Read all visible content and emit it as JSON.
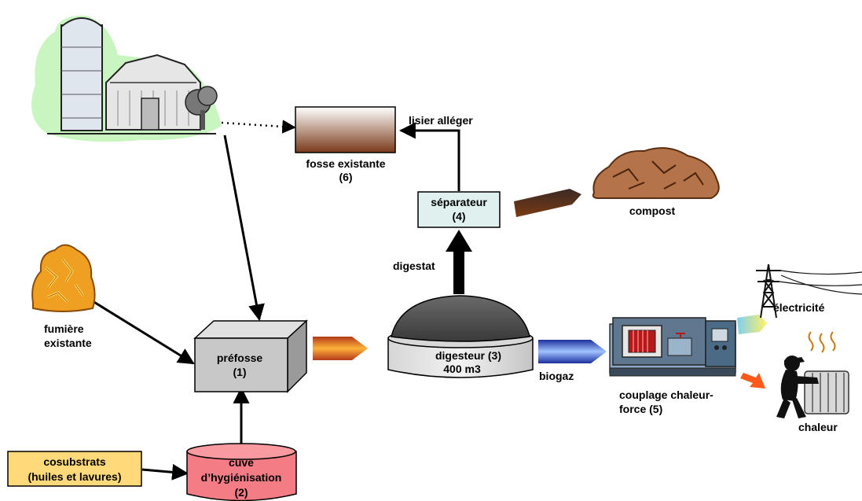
{
  "nodes": {
    "prefosse": {
      "line1": "préfosse",
      "line2": "(1)"
    },
    "cuve": {
      "line1": "cuve",
      "line2": "d’hygiénisation",
      "line3": "(2)"
    },
    "digesteur": {
      "line1": "digesteur (3)",
      "line2": "400 m3"
    },
    "separateur": {
      "line1": "séparateur",
      "line2": "(4)"
    },
    "couplage": {
      "line1": "couplage chaleur-",
      "line2": "force (5)"
    },
    "fosse": {
      "line1": "fosse existante",
      "line2": "(6)"
    },
    "cosubstrats": {
      "line1": "cosubstrats",
      "line2": "(huiles et lavures)"
    },
    "fumiere": {
      "line1": "fumière",
      "line2": "existante"
    },
    "compost": {
      "label": "compost"
    },
    "electricite": {
      "label": "électricité"
    },
    "chaleur": {
      "label": "chaleur"
    }
  },
  "edges": {
    "lisier": "lisier alléger",
    "digestat": "digestat",
    "biogaz": "biogaz"
  },
  "colors": {
    "prefosse_fill": "#c8c8c8",
    "cuve_fill": "#f47c84",
    "separateur_fill": "#dff0ef",
    "cosubstrats_fill": "#ffd97a",
    "fumiere_fill": "#f0a020",
    "compost_fill": "#b5734a",
    "farm_glow": "#c8f5c0"
  }
}
